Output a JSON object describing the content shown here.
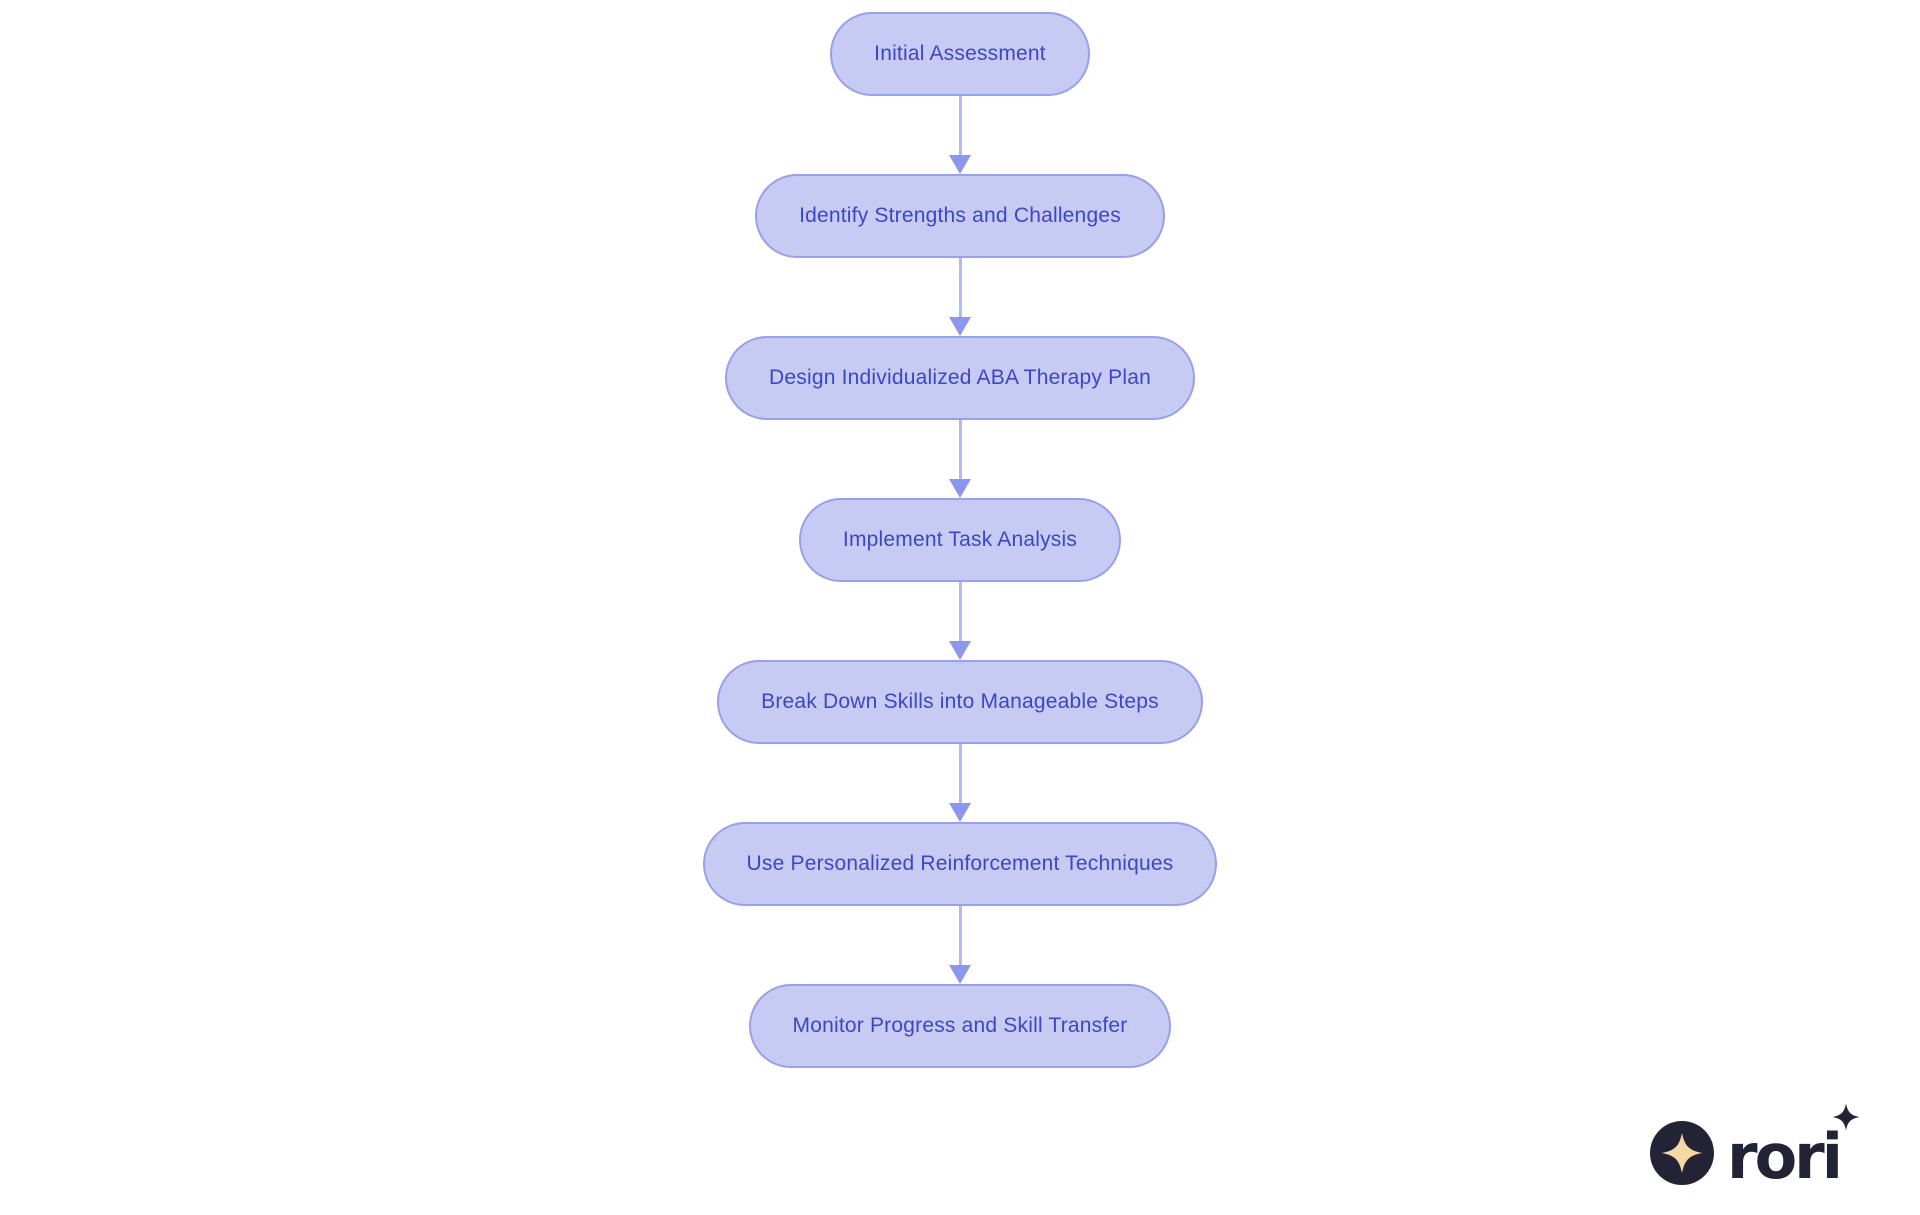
{
  "canvas": {
    "background": "#ffffff"
  },
  "flowchart": {
    "type": "flowchart",
    "direction": "top-down",
    "nodes": [
      {
        "id": "step-1",
        "label": "Initial Assessment"
      },
      {
        "id": "step-2",
        "label": "Identify Strengths and Challenges"
      },
      {
        "id": "step-3",
        "label": "Design Individualized ABA Therapy Plan"
      },
      {
        "id": "step-4",
        "label": "Implement Task Analysis"
      },
      {
        "id": "step-5",
        "label": "Break Down Skills into Manageable Steps"
      },
      {
        "id": "step-6",
        "label": "Use Personalized Reinforcement Techniques"
      },
      {
        "id": "step-7",
        "label": "Monitor Progress and Skill Transfer"
      }
    ],
    "edges": [
      [
        "step-1",
        "step-2"
      ],
      [
        "step-2",
        "step-3"
      ],
      [
        "step-3",
        "step-4"
      ],
      [
        "step-4",
        "step-5"
      ],
      [
        "step-5",
        "step-6"
      ],
      [
        "step-6",
        "step-7"
      ]
    ],
    "colors": {
      "node_fill": "#c7caf3",
      "node_border": "#98a0ea",
      "node_text": "#3e46c4",
      "arrow": "#8c96ee",
      "arrow_line": "#b3b9f2",
      "background": "#ffffff"
    }
  },
  "watermark": {
    "brand": "rori",
    "icon": "sparkle-in-circle",
    "colors": {
      "mark": "#232336",
      "sparkle": "#f4d9a5"
    }
  }
}
